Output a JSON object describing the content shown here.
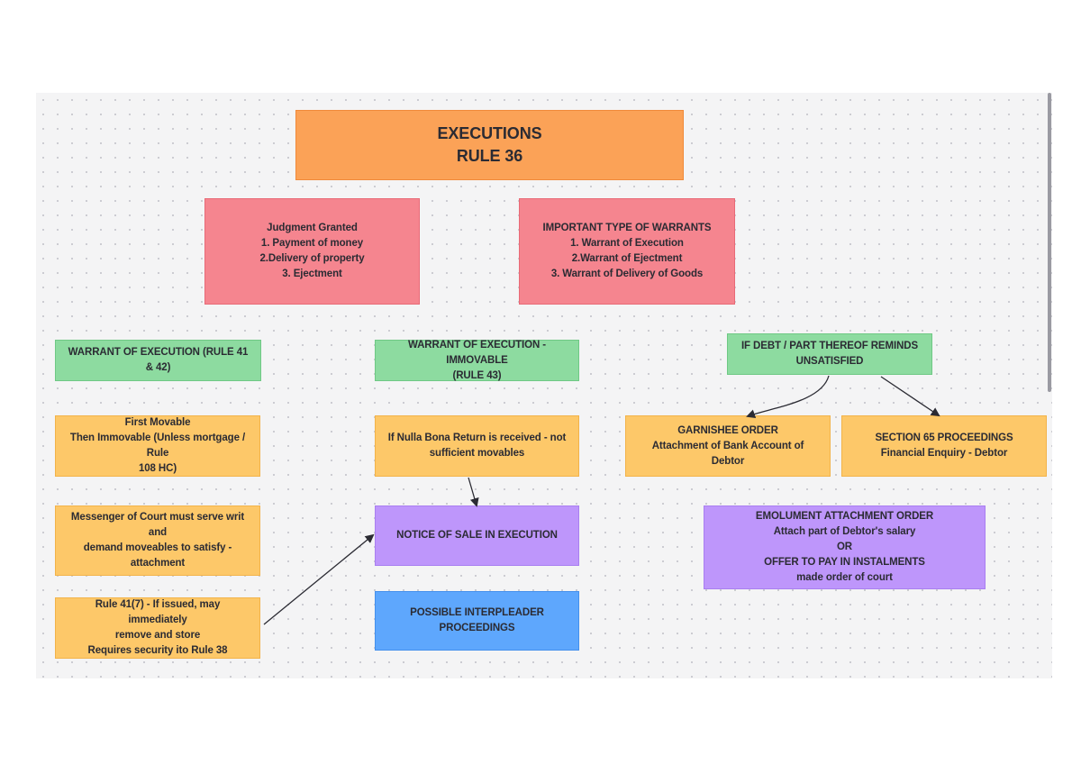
{
  "nodes": {
    "title": "EXECUTIONS\nRULE 36",
    "judgment": "Judgment Granted\n1. Payment of money\n2.Delivery of property\n3. Ejectment",
    "warrant_types": "IMPORTANT TYPE OF WARRANTS\n1. Warrant of Execution\n2.Warrant of Ejectment\n3. Warrant of Delivery of Goods",
    "woe_41_42": "WARRANT OF EXECUTION (RULE 41 & 42)",
    "woe_immovable": "WARRANT OF EXECUTION - IMMOVABLE\n(RULE 43)",
    "debt_unsatisfied": "IF DEBT / PART THEREOF REMINDS\nUNSATISFIED",
    "first_movable": "First Movable\nThen Immovable (Unless mortgage / Rule\n108 HC)",
    "nulla_bona": "If Nulla Bona Return is received - not\nsufficient movables",
    "garnishee": "GARNISHEE ORDER\nAttachment of Bank Account of Debtor",
    "section_65": "SECTION 65 PROCEEDINGS\nFinancial Enquiry - Debtor",
    "messenger": "Messenger of Court must serve writ and\ndemand moveables to satisfy -\nattachment",
    "notice_of_sale": "NOTICE OF SALE IN EXECUTION",
    "emolument": "EMOLUMENT ATTACHMENT ORDER\nAttach part of Debtor's salary\nOR\nOFFER TO PAY IN INSTALMENTS\nmade order of court",
    "rule_41_7": "Rule 41(7) - If issued, may immediately\nremove and store\nRequires security ito Rule 38",
    "interpleader": "POSSIBLE INTERPLEADER PROCEEDINGS"
  },
  "colors": {
    "orange": "#fba257",
    "pink": "#f5858f",
    "green": "#8ddba0",
    "yellow": "#fdc869",
    "purple": "#be96fb",
    "blue": "#5ea7fd",
    "arrow": "#2b2b33"
  },
  "connections": [
    {
      "from": "nulla_bona",
      "to": "notice_of_sale"
    },
    {
      "from": "rule_41_7",
      "to": "notice_of_sale"
    },
    {
      "from": "debt_unsatisfied",
      "to": "garnishee"
    },
    {
      "from": "debt_unsatisfied",
      "to": "section_65"
    }
  ]
}
